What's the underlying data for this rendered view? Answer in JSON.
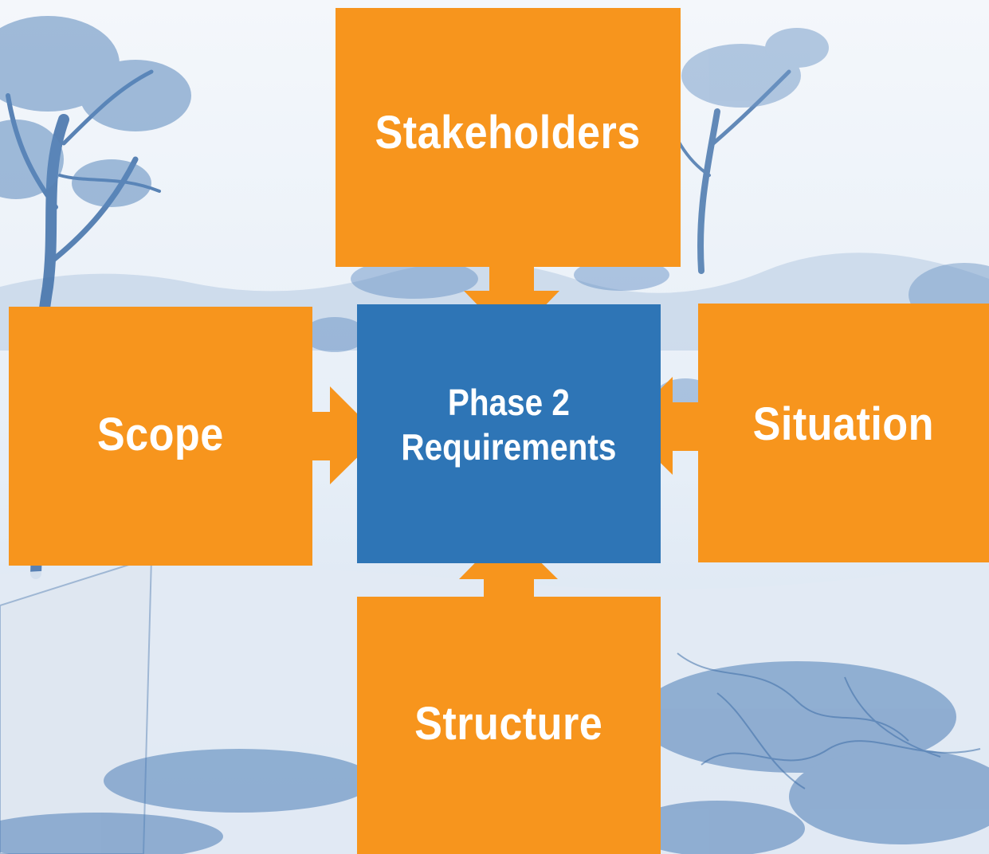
{
  "diagram": {
    "center": {
      "line1": "Phase 2",
      "line2": "Requirements"
    },
    "inputs": {
      "top": "Stakeholders",
      "left": "Scope",
      "right": "Situation",
      "bottom": "Structure"
    }
  },
  "colors": {
    "orange": "#f7951d",
    "blue": "#2e75b6",
    "background_tint": "#4a7fb5",
    "background_light": "#eaf0f7"
  }
}
